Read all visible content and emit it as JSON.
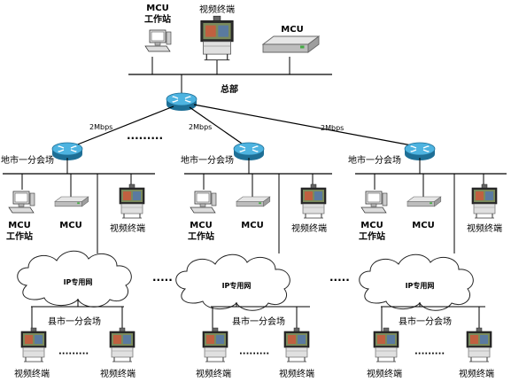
{
  "hq": {
    "mcu_workstation_line1": "MCU",
    "mcu_workstation_line2": "工作站",
    "video_terminal": "视频终端",
    "mcu": "MCU",
    "label": "总部"
  },
  "links": {
    "left": "2Mbps",
    "middle": "2Mbps",
    "right": "2Mbps"
  },
  "branches": [
    {
      "label": "地市一分会场",
      "mcu_workstation_line1": "MCU",
      "mcu_workstation_line2": "工作站",
      "mcu": "MCU",
      "video_terminal": "视频终端",
      "cloud": "IP专用网",
      "county": "县市一分会场",
      "terminal_a": "视频终端",
      "terminal_b": "视频终端"
    },
    {
      "label": "地市一分会场",
      "mcu_workstation_line1": "MCU",
      "mcu_workstation_line2": "工作站",
      "mcu": "MCU",
      "video_terminal": "视频终端",
      "cloud": "IP专用网",
      "county": "县市一分会场",
      "terminal_a": "视频终端",
      "terminal_b": "视频终端"
    },
    {
      "label": "地市一分会场",
      "mcu_workstation_line1": "MCU",
      "mcu_workstation_line2": "工作站",
      "mcu": "MCU",
      "video_terminal": "视频终端",
      "cloud": "IP专用网",
      "county": "县市一分会场",
      "terminal_a": "视频终端",
      "terminal_b": "视频终端"
    }
  ],
  "colors": {
    "router": "#2a8fc0",
    "router_light": "#8fd0ee",
    "screen": "#6a7a5a",
    "device": "#c8c8c8"
  }
}
